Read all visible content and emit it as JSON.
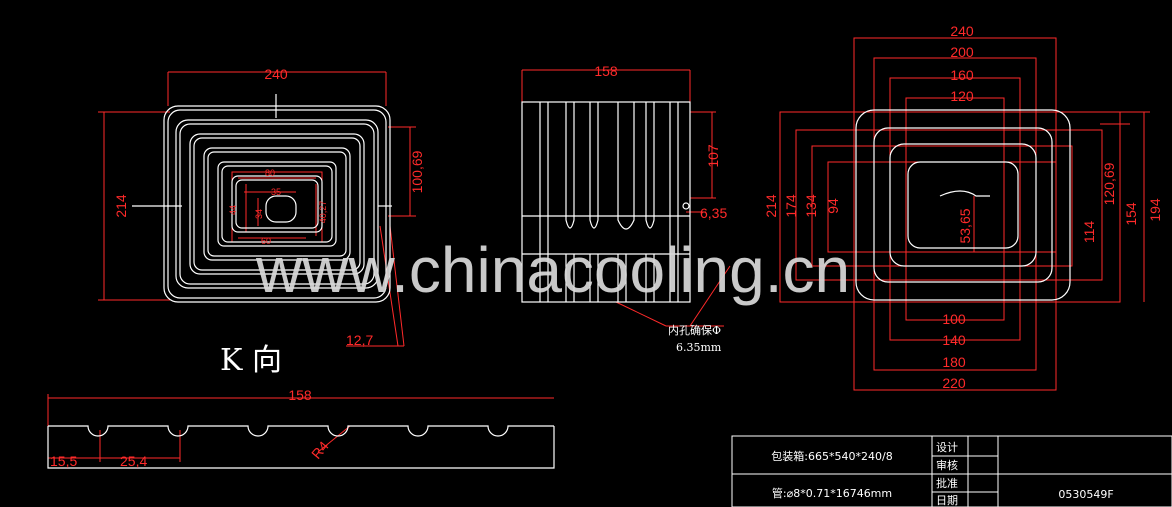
{
  "view_a": {
    "width": "240",
    "height": "214",
    "pitch": "100,69",
    "offset": "12,7",
    "inner_top": "80",
    "inner_mid": "35",
    "inner_bottom": "60",
    "inner_left": "44",
    "inner_left2": "34",
    "inner_right": "40,27"
  },
  "view_b": {
    "width": "158",
    "height": "107",
    "hole": "6,35",
    "note_line1": "内孔确保Φ",
    "note_line2": "6.35mm"
  },
  "view_c": {
    "top_widths": [
      "240",
      "200",
      "160",
      "120"
    ],
    "bottom_widths": [
      "100",
      "140",
      "180",
      "220"
    ],
    "left_heights": [
      "214",
      "174",
      "134",
      "94"
    ],
    "right_heights": [
      "120,69",
      "154",
      "194"
    ],
    "inner_right": "114",
    "center": "53,65"
  },
  "k_view": {
    "label": "K 向",
    "width": "158",
    "first": "15,5",
    "pitch": "25,4",
    "radius": "R4"
  },
  "watermark": "www.chinacooling.cn",
  "title_block": {
    "packing": "包装箱:665*540*240/8",
    "tube": "管:⌀8*0.71*16746mm",
    "labels": [
      "设计",
      "审核",
      "批准",
      "日期"
    ],
    "drawing_no": "0530549F"
  }
}
